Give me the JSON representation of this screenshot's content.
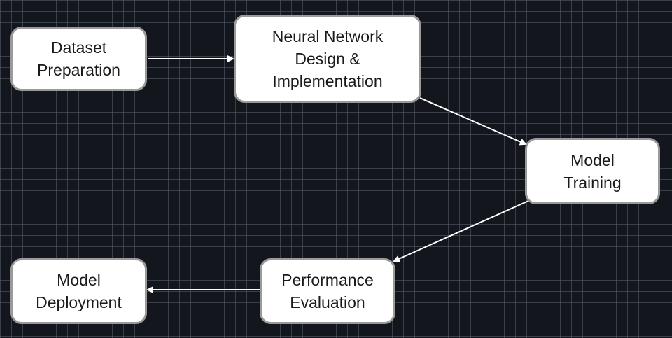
{
  "diagram": {
    "colors": {
      "background": "#13171d",
      "grid": "#58626e",
      "node_fill": "#ffffff",
      "node_border": "#9a9a9a",
      "node_text": "#1a1a1a",
      "arrow": "#ffffff"
    },
    "nodes": [
      {
        "id": "dataset",
        "lines": [
          "Dataset",
          "Preparation"
        ]
      },
      {
        "id": "design",
        "lines": [
          "Neural Network",
          "Design &",
          "Implementation"
        ]
      },
      {
        "id": "training",
        "lines": [
          "Model",
          "Training"
        ]
      },
      {
        "id": "evaluation",
        "lines": [
          "Performance",
          "Evaluation"
        ]
      },
      {
        "id": "deployment",
        "lines": [
          "Model",
          "Deployment"
        ]
      }
    ],
    "edges": [
      {
        "from": "dataset",
        "to": "design"
      },
      {
        "from": "design",
        "to": "training"
      },
      {
        "from": "training",
        "to": "evaluation"
      },
      {
        "from": "evaluation",
        "to": "deployment"
      }
    ]
  }
}
